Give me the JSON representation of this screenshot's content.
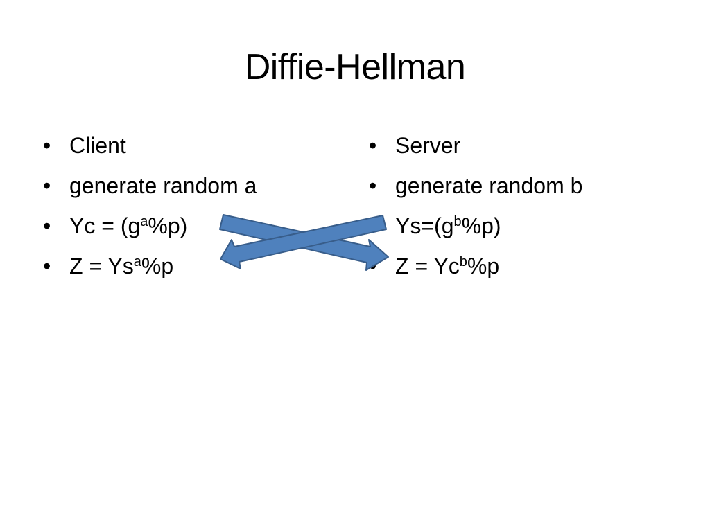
{
  "slide": {
    "title": "Diffie-Hellman",
    "client": {
      "items": [
        {
          "text": "Client"
        },
        {
          "text": "generate random a"
        },
        {
          "text": "Yc = (g",
          "sup": "a",
          "suffix": "%p)"
        },
        {
          "text": "Z = Ys",
          "sup": "a",
          "suffix": "%p"
        }
      ]
    },
    "server": {
      "items": [
        {
          "text": "Server"
        },
        {
          "text": "generate random b"
        },
        {
          "text": "Ys=(g",
          "sup": "b",
          "suffix": "%p)"
        },
        {
          "text": "Z = Yc",
          "sup": "b",
          "suffix": "%p"
        }
      ]
    },
    "bullet_glyph": "•",
    "colors": {
      "arrow_fill": "#4F81BD",
      "arrow_stroke": "#385D8A",
      "text": "#000000",
      "background": "#FFFFFF"
    },
    "icons": [
      "arrow-client-to-server-icon",
      "arrow-server-to-client-icon"
    ]
  }
}
